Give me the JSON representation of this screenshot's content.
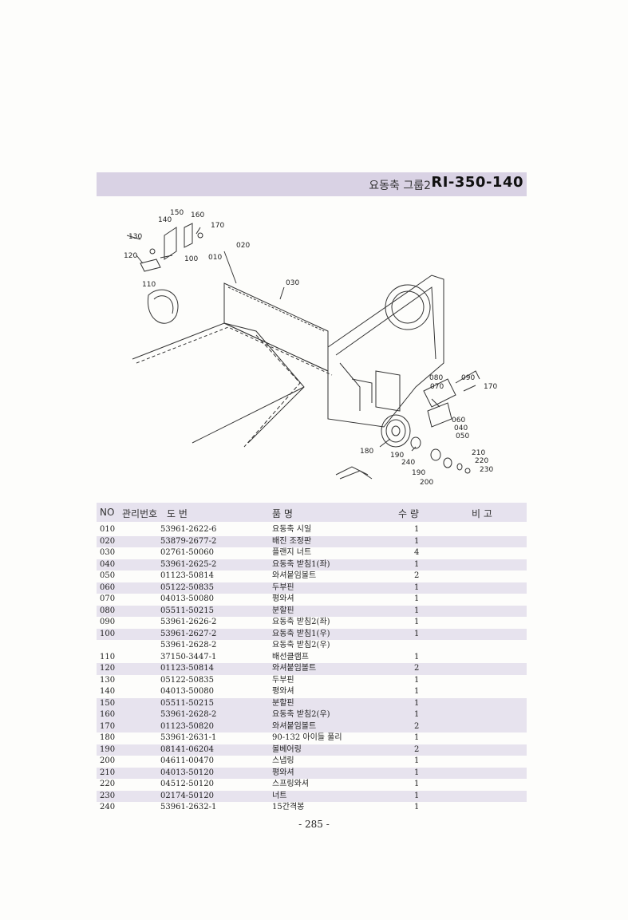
{
  "header": {
    "group_title": "요동축 그룹2",
    "code": "RI-350-140"
  },
  "diagram": {
    "callouts": [
      "150",
      "140",
      "160",
      "170",
      "130",
      "120",
      "100",
      "010",
      "020",
      "110",
      "030",
      "080",
      "090",
      "070",
      "170",
      "060",
      "040",
      "050",
      "180",
      "190",
      "240",
      "190",
      "200",
      "210",
      "220",
      "230"
    ]
  },
  "table": {
    "headers": {
      "no": "NO",
      "mgmt": "관리번호",
      "dwg": "도      번",
      "name": "품                명",
      "qty": "수    량",
      "note": "비  고"
    },
    "rows": [
      {
        "no": "010",
        "dwg": "53961-2622-6",
        "name": "요동축 시일",
        "qty": "1"
      },
      {
        "no": "020",
        "dwg": "53879-2677-2",
        "name": "배진 조정판",
        "qty": "1"
      },
      {
        "no": "030",
        "dwg": "02761-50060",
        "name": "플랜지 너트",
        "qty": "4"
      },
      {
        "no": "040",
        "dwg": "53961-2625-2",
        "name": "요동축 받침1(좌)",
        "qty": "1"
      },
      {
        "no": "050",
        "dwg": "01123-50814",
        "name": "와셔붙임볼트",
        "qty": "2"
      },
      {
        "no": "060",
        "dwg": "05122-50835",
        "name": "두부핀",
        "qty": "1"
      },
      {
        "no": "070",
        "dwg": "04013-50080",
        "name": "평와셔",
        "qty": "1"
      },
      {
        "no": "080",
        "dwg": "05511-50215",
        "name": "분할핀",
        "qty": "1"
      },
      {
        "no": "090",
        "dwg": "53961-2626-2",
        "name": "요동축 받침2(좌)",
        "qty": "1"
      },
      {
        "no": "100",
        "dwg": "53961-2627-2",
        "name": "요동축 받침1(우)",
        "qty": "1"
      },
      {
        "no": "",
        "dwg": "53961-2628-2",
        "name": "요동축 받침2(우)",
        "qty": ""
      },
      {
        "no": "110",
        "dwg": "37150-3447-1",
        "name": "배선클램프",
        "qty": "1"
      },
      {
        "no": "120",
        "dwg": "01123-50814",
        "name": "와셔붙임볼트",
        "qty": "2"
      },
      {
        "no": "130",
        "dwg": "05122-50835",
        "name": "두부핀",
        "qty": "1"
      },
      {
        "no": "140",
        "dwg": "04013-50080",
        "name": "평와셔",
        "qty": "1"
      },
      {
        "no": "150",
        "dwg": "05511-50215",
        "name": "분할핀",
        "qty": "1"
      },
      {
        "no": "160",
        "dwg": "53961-2628-2",
        "name": "요동축 받침2(우)",
        "qty": "1"
      },
      {
        "no": "170",
        "dwg": "01123-50820",
        "name": "와셔붙임볼트",
        "qty": "2"
      },
      {
        "no": "180",
        "dwg": "53961-2631-1",
        "name": "90-132 아이들 풀리",
        "qty": "1"
      },
      {
        "no": "190",
        "dwg": "08141-06204",
        "name": "볼베어링",
        "qty": "2"
      },
      {
        "no": "200",
        "dwg": "04611-00470",
        "name": "스냅링",
        "qty": "1"
      },
      {
        "no": "210",
        "dwg": "04013-50120",
        "name": "평와셔",
        "qty": "1"
      },
      {
        "no": "220",
        "dwg": "04512-50120",
        "name": "스프링와셔",
        "qty": "1"
      },
      {
        "no": "230",
        "dwg": "02174-50120",
        "name": "너트",
        "qty": "1"
      },
      {
        "no": "240",
        "dwg": "53961-2632-1",
        "name": "15간격봉",
        "qty": "1"
      }
    ]
  },
  "footer": {
    "page_number": "- 285 -"
  }
}
